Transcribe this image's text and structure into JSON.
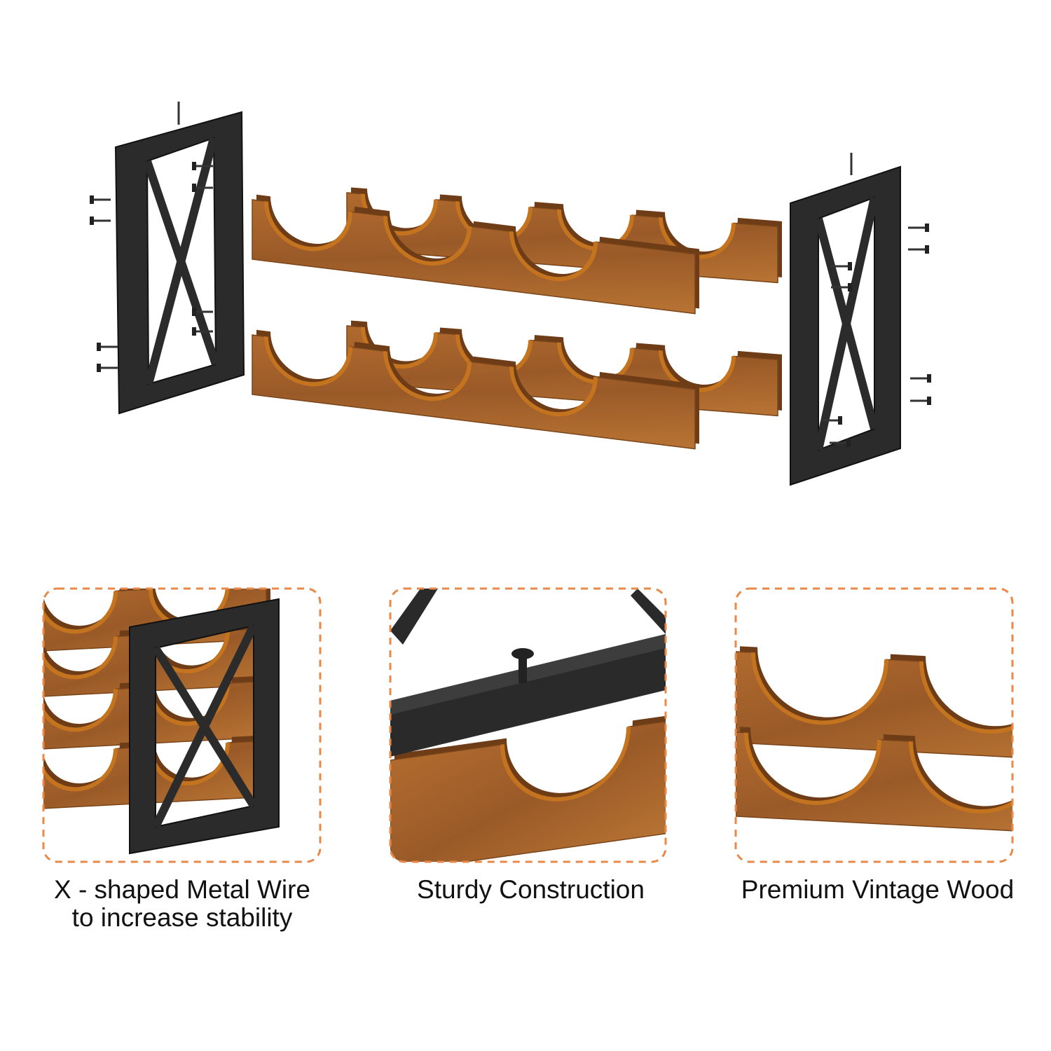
{
  "colors": {
    "accent_dashed_border": "#E8894A",
    "metal": "#2b2b2b",
    "wood": "#a0612c",
    "wood_dark": "#6e3d17",
    "wood_cut": "#c4731e"
  },
  "features": [
    {
      "caption_line1": "X - shaped Metal Wire",
      "caption_line2": "to increase stability"
    },
    {
      "caption_line1": "Sturdy Construction"
    },
    {
      "caption_line1": "Premium Vintage Wood"
    }
  ]
}
